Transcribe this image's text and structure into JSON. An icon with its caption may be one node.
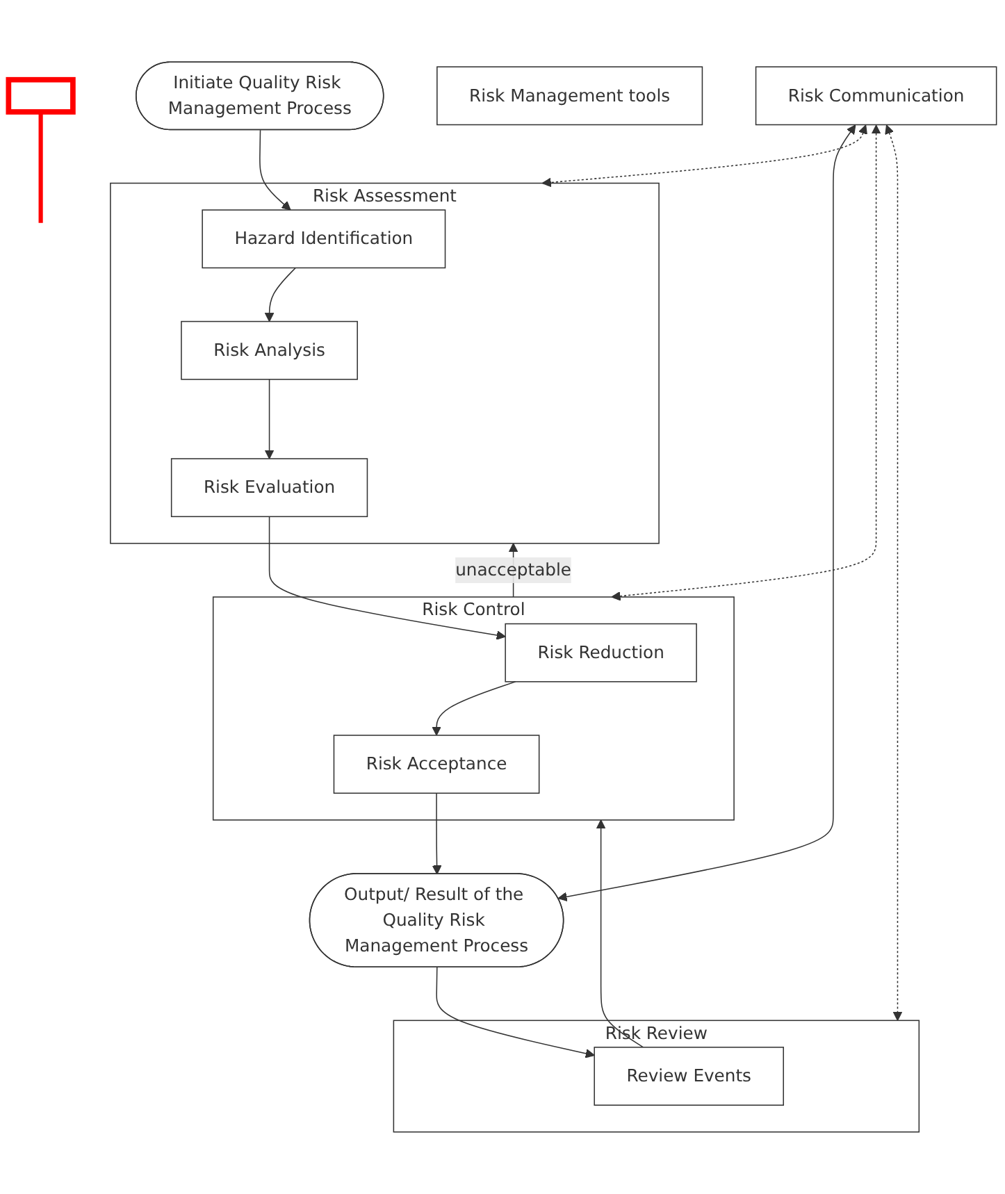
{
  "diagram": {
    "nodes": [
      {
        "text": [
          "Initiate Quality Risk Management Process"
        ]
      },
      {
        "text": [
          "Risk Communication"
        ]
      },
      {
        "text": [
          "Risk Assessment"
        ]
      },
      {
        "text": [
          "Hazard Identification"
        ],
        "in": 2
      },
      {
        "text": [
          "Risk Analysis"
        ],
        "in": 2
      },
      {
        "text": [
          "Risk Evaluation"
        ],
        "in": 2
      },
      {
        "text": [
          "Risk Control"
        ]
      },
      {
        "text": [
          "Risk Reduction"
        ],
        "in": 6
      },
      {
        "text": [
          "Risk Acceptance"
        ],
        "in": 6
      },
      {
        "text": [
          "Output/ Result of the Quality Risk Management Process"
        ]
      },
      {
        "text": [
          "Risk Review"
        ]
      },
      {
        "text": [
          "Review Events"
        ],
        "in": 10
      },
      {
        "text": [
          "Risk Management tools"
        ]
      },
      {
        "text": [],
        "shape": "box"
      }
    ],
    "edges": [
      {
        "from": 0,
        "to": 3,
        "arrow": "to"
      },
      {
        "from": 3,
        "to": 4,
        "arrow": "to"
      },
      {
        "from": 4,
        "to": 5,
        "arrow": "to"
      },
      {
        "from": 5,
        "to": 7,
        "arrow": "to"
      },
      {
        "from": 7,
        "to": 8,
        "arrow": "to"
      },
      {
        "from": 8,
        "to": 9,
        "arrow": "to"
      },
      {
        "from": 9,
        "to": 11,
        "arrow": "to"
      },
      {
        "from": 6,
        "to": 2,
        "label": "unacceptable",
        "arrow": "to"
      },
      {
        "from": 11,
        "to": 6,
        "arrow": "to"
      },
      {
        "from": 1,
        "to": 2,
        "arrow": "both",
        "style": "dashed"
      },
      {
        "from": 1,
        "to": 6,
        "arrow": "both",
        "style": "dashed"
      },
      {
        "from": 1,
        "to": 9,
        "arrow": "both"
      },
      {
        "from": 1,
        "to": 10,
        "arrow": "both",
        "style": "dashed"
      },
      {
        "from": 13,
        "to": null,
        "arrow": "none",
        "style": "thick",
        "color": "#ff0000"
      }
    ]
  }
}
